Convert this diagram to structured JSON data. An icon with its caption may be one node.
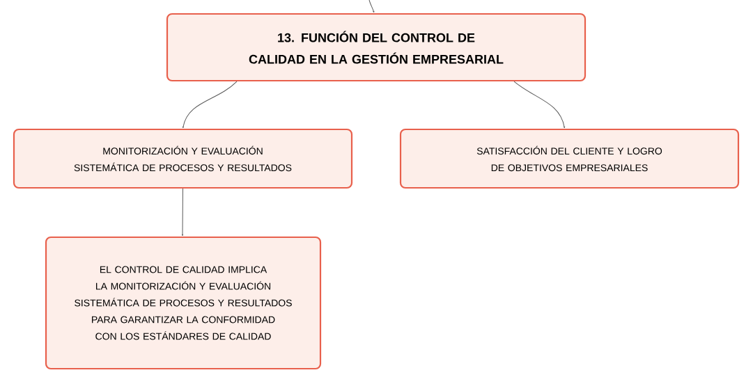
{
  "diagram": {
    "nodes": [
      {
        "text": [
          "13. FUNCIÓN DEL CONTROL DE CALIDAD EN LA GESTIÓN EMPRESARIAL"
        ]
      },
      {
        "text": [
          "MONITORIZACIÓN Y EVALUACIÓN SISTEMÁTICA DE PROCESOS Y RESULTADOS"
        ]
      },
      {
        "text": [
          "SATISFACCIÓN DEL CLIENTE Y LOGRO DE OBJETIVOS EMPRESARIALES"
        ]
      },
      {
        "text": [
          "EL CONTROL DE CALIDAD IMPLICA LA MONITORIZACIÓN Y EVALUACIÓN SISTEMÁTICA DE PROCESOS Y RESULTADOS PARA GARANTIZAR LA CONFORMIDAD CON LOS ESTÁNDARES DE CALIDAD"
        ]
      }
    ],
    "edges": [
      {
        "from": null,
        "to": 0,
        "arrow": "to"
      },
      {
        "from": 0,
        "to": 1,
        "arrow": "to"
      },
      {
        "from": 0,
        "to": 2,
        "arrow": "to"
      },
      {
        "from": 1,
        "to": 3,
        "arrow": "to"
      }
    ]
  }
}
